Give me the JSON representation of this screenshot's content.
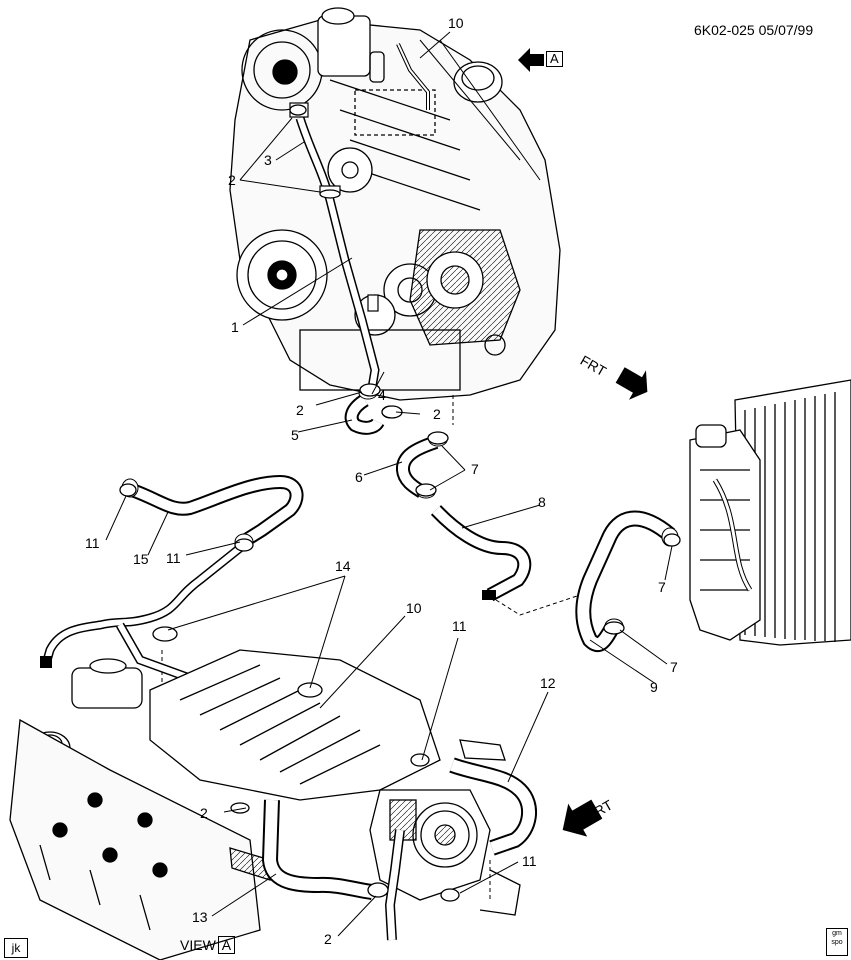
{
  "header": {
    "ref_code": "6K02-025 05/07/99",
    "view_a_marker": "A"
  },
  "footer": {
    "artist_initials": "jk",
    "view_label": "VIEW",
    "view_letter": "A",
    "logo_text": "gm spo"
  },
  "arrows": {
    "frt_upper": "FRT",
    "frt_lower": "FRT"
  },
  "callouts": [
    {
      "id": "c10a",
      "text": "10"
    },
    {
      "id": "c2a",
      "text": "2"
    },
    {
      "id": "c3",
      "text": "3"
    },
    {
      "id": "c1",
      "text": "1"
    },
    {
      "id": "c4",
      "text": "4"
    },
    {
      "id": "c2b",
      "text": "2"
    },
    {
      "id": "c2c",
      "text": "2"
    },
    {
      "id": "c5",
      "text": "5"
    },
    {
      "id": "c6",
      "text": "6"
    },
    {
      "id": "c7a",
      "text": "7"
    },
    {
      "id": "c8",
      "text": "8"
    },
    {
      "id": "c11a",
      "text": "11"
    },
    {
      "id": "c15",
      "text": "15"
    },
    {
      "id": "c11b",
      "text": "11"
    },
    {
      "id": "c14",
      "text": "14"
    },
    {
      "id": "c10b",
      "text": "10"
    },
    {
      "id": "c11c",
      "text": "11"
    },
    {
      "id": "c12",
      "text": "12"
    },
    {
      "id": "c7b",
      "text": "7"
    },
    {
      "id": "c7c",
      "text": "7"
    },
    {
      "id": "c9",
      "text": "9"
    },
    {
      "id": "c2d",
      "text": "2"
    },
    {
      "id": "c11d",
      "text": "11"
    },
    {
      "id": "c13",
      "text": "13"
    },
    {
      "id": "c2e",
      "text": "2"
    }
  ]
}
